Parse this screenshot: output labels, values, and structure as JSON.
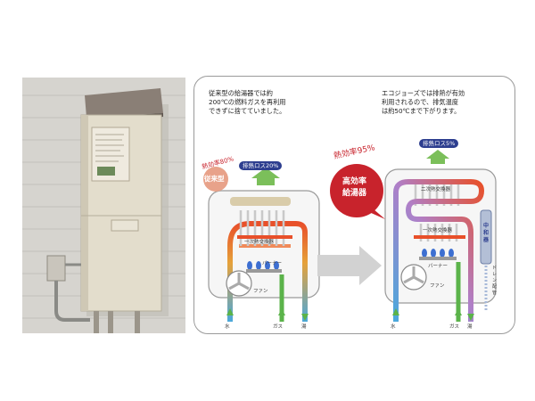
{
  "left_caption": "従来型の給湯器では約\n200℃の燃料ガスを再利用\nできずに捨てていました。",
  "right_caption": "エコジョーズでは排熱が有効\n利用されるので、排気温度\nは約50℃まで下がります。",
  "conventional": {
    "efficiency": "熱効率80%",
    "type_badge": "従来型",
    "exhaust_loss": "排熱ロス20%",
    "primary_hx": "一次熱交換器",
    "burner": "バーナー",
    "fan": "ファン",
    "water": "水",
    "gas": "ガス",
    "hot": "湯"
  },
  "ecojozu": {
    "efficiency": "熱効率95%",
    "badge": "高効率\n給湯器",
    "exhaust_loss": "排熱ロス5%",
    "secondary_hx_top": "二次熱交換器",
    "primary_hx": "一次熱交換器",
    "neutralizer": "中和器",
    "burner": "バーナー",
    "drain": "ドレン配管",
    "fan": "ファン",
    "water": "水",
    "gas": "ガス",
    "hot": "湯"
  },
  "colors": {
    "water_blue": "#4aa8dc",
    "hot_red": "#e8502a",
    "gas_green": "#5bb34a",
    "badge_red": "#c8232c",
    "exhaust_navy": "#2d3e8f",
    "arrow_green": "#7bbf5a"
  }
}
